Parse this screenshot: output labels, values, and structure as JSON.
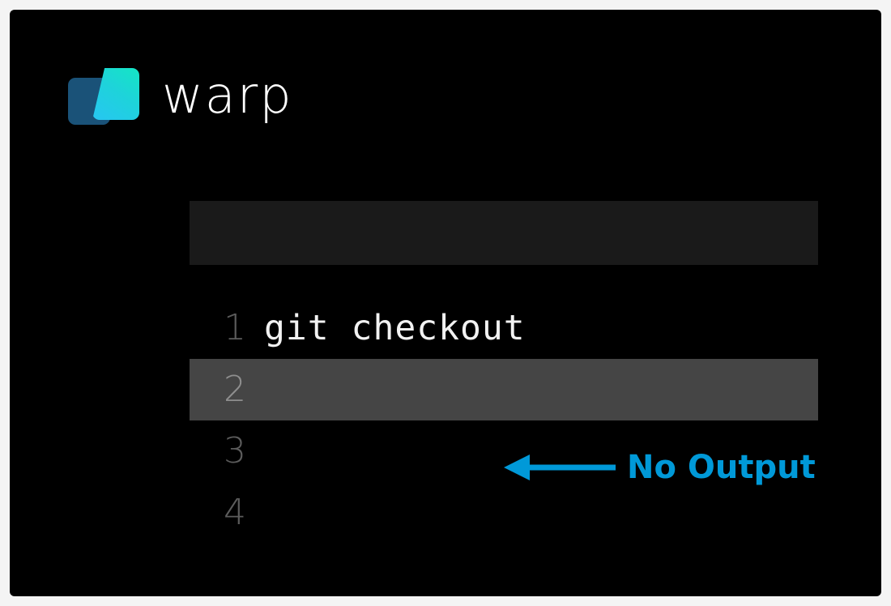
{
  "app": {
    "name": "warp",
    "logo_icon": "warp-logo-icon",
    "logo_back_color": "#1a5278",
    "logo_gradient_start": "#14e6c4",
    "logo_gradient_end": "#27c6f2"
  },
  "terminal": {
    "background_color": "#000000",
    "block_background_color": "#1a1a1a",
    "selected_row_color": "#454545",
    "empty_block_text": "",
    "rows": [
      {
        "number": "1",
        "text": "git checkout",
        "selected": false
      },
      {
        "number": "2",
        "text": "",
        "selected": true
      },
      {
        "number": "3",
        "text": "",
        "selected": false
      },
      {
        "number": "4",
        "text": "",
        "selected": false
      }
    ]
  },
  "annotation": {
    "label": "No Output",
    "color": "#0099d8",
    "arrow_icon": "arrow-left-icon",
    "arrow_direction": "left"
  }
}
